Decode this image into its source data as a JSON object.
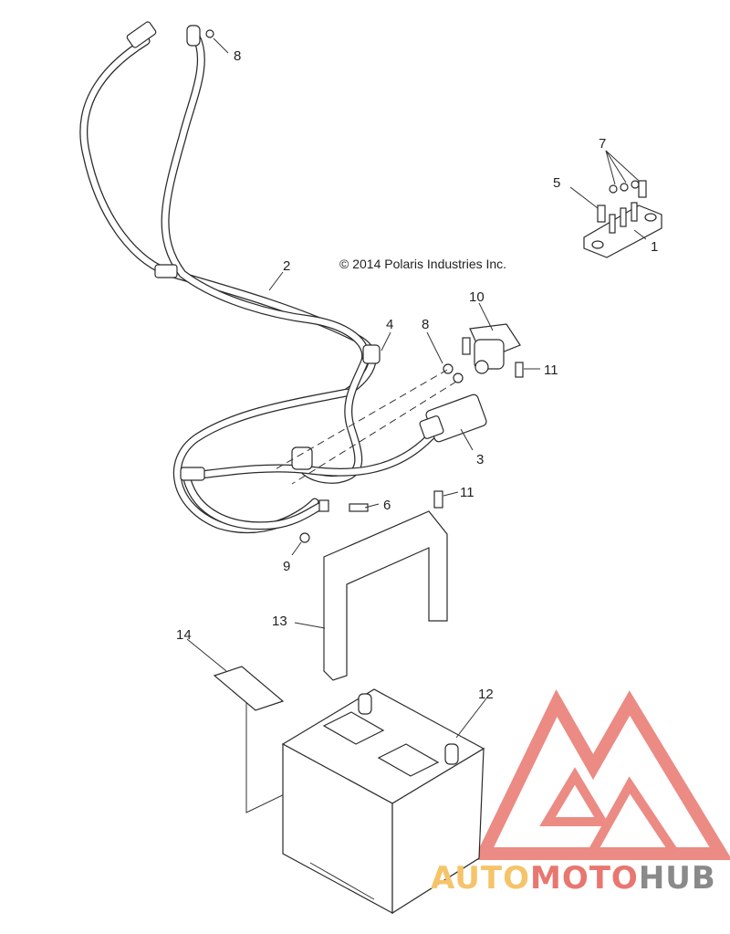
{
  "copyright": "© 2014 Polaris Industries Inc.",
  "callouts": {
    "c1": "1",
    "c2": "2",
    "c3": "3",
    "c4": "4",
    "c5": "5",
    "c6": "6",
    "c7": "7",
    "c8a": "8",
    "c8b": "8",
    "c9": "9",
    "c10": "10",
    "c11a": "11",
    "c11b": "11",
    "c12": "12",
    "c13": "13",
    "c14": "14"
  },
  "watermark": {
    "part1": "AUTO",
    "part2": "MOTO",
    "part3": "HUB"
  },
  "colors": {
    "watermark_red": "#e8776f",
    "watermark_orange": "#f5c46a",
    "watermark_gray": "#8a8a8a"
  }
}
